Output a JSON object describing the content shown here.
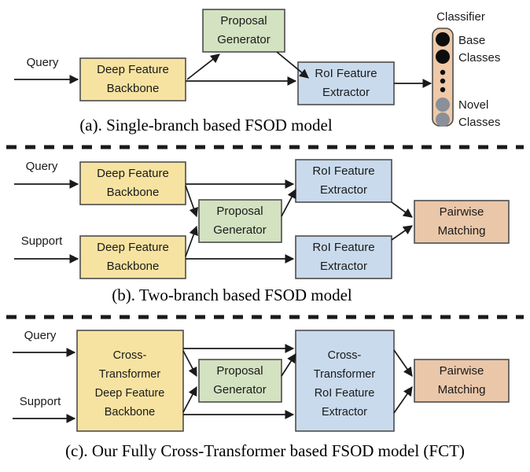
{
  "figure": {
    "title_panels": [
      "a",
      "b",
      "c"
    ],
    "colors": {
      "backbone_yellow": "#F7E3A1",
      "proposal_green": "#D3E2C1",
      "roi_blue": "#C9DAEC",
      "matching_peach": "#EAC7A9",
      "classifier_peach": "#EFC9A8",
      "base_dot": "#0d0d0d",
      "novel_dot": "#8a8f99",
      "stroke": "#4d4d4d",
      "wire": "#1a1a1a"
    },
    "panels": [
      {
        "id": "a",
        "caption": "(a). Single-branch based FSOD model",
        "inputs": [
          {
            "name": "query",
            "label": "Query"
          }
        ],
        "blocks": [
          {
            "name": "deep-feature-backbone",
            "lines": [
              "Deep Feature",
              "Backbone"
            ],
            "color": "backbone_yellow"
          },
          {
            "name": "proposal-generator",
            "lines": [
              "Proposal",
              "Generator"
            ],
            "color": "proposal_green"
          },
          {
            "name": "roi-feature-extractor",
            "lines": [
              "RoI Feature",
              "Extractor"
            ],
            "color": "roi_blue"
          }
        ],
        "classifier": {
          "title": "Classifier",
          "base_label": [
            "Base",
            "Classes"
          ],
          "novel_label": [
            "Novel",
            "Classes"
          ],
          "base_dots": 2,
          "novel_dots": 2,
          "ellipsis_dots": 3
        }
      },
      {
        "id": "b",
        "caption": "(b). Two-branch based FSOD model",
        "inputs": [
          {
            "name": "query",
            "label": "Query"
          },
          {
            "name": "support",
            "label": "Support"
          }
        ],
        "blocks": [
          {
            "name": "deep-feature-backbone-query",
            "lines": [
              "Deep Feature",
              "Backbone"
            ],
            "color": "backbone_yellow"
          },
          {
            "name": "deep-feature-backbone-support",
            "lines": [
              "Deep Feature",
              "Backbone"
            ],
            "color": "backbone_yellow"
          },
          {
            "name": "proposal-generator",
            "lines": [
              "Proposal",
              "Generator"
            ],
            "color": "proposal_green"
          },
          {
            "name": "roi-feature-extractor-query",
            "lines": [
              "RoI Feature",
              "Extractor"
            ],
            "color": "roi_blue"
          },
          {
            "name": "roi-feature-extractor-support",
            "lines": [
              "RoI Feature",
              "Extractor"
            ],
            "color": "roi_blue"
          },
          {
            "name": "pairwise-matching",
            "lines": [
              "Pairwise",
              "Matching"
            ],
            "color": "matching_peach"
          }
        ]
      },
      {
        "id": "c",
        "caption": "(c). Our Fully Cross-Transformer based FSOD model (FCT)",
        "inputs": [
          {
            "name": "query",
            "label": "Query"
          },
          {
            "name": "support",
            "label": "Support"
          }
        ],
        "blocks": [
          {
            "name": "cross-transformer-backbone",
            "lines": [
              "Cross-",
              "Transformer",
              "Deep Feature",
              "Backbone"
            ],
            "color": "backbone_yellow"
          },
          {
            "name": "proposal-generator",
            "lines": [
              "Proposal",
              "Generator"
            ],
            "color": "proposal_green"
          },
          {
            "name": "cross-transformer-roi-extractor",
            "lines": [
              "Cross-",
              "Transformer",
              "RoI Feature",
              "Extractor"
            ],
            "color": "roi_blue"
          },
          {
            "name": "pairwise-matching",
            "lines": [
              "Pairwise",
              "Matching"
            ],
            "color": "matching_peach"
          }
        ]
      }
    ]
  }
}
